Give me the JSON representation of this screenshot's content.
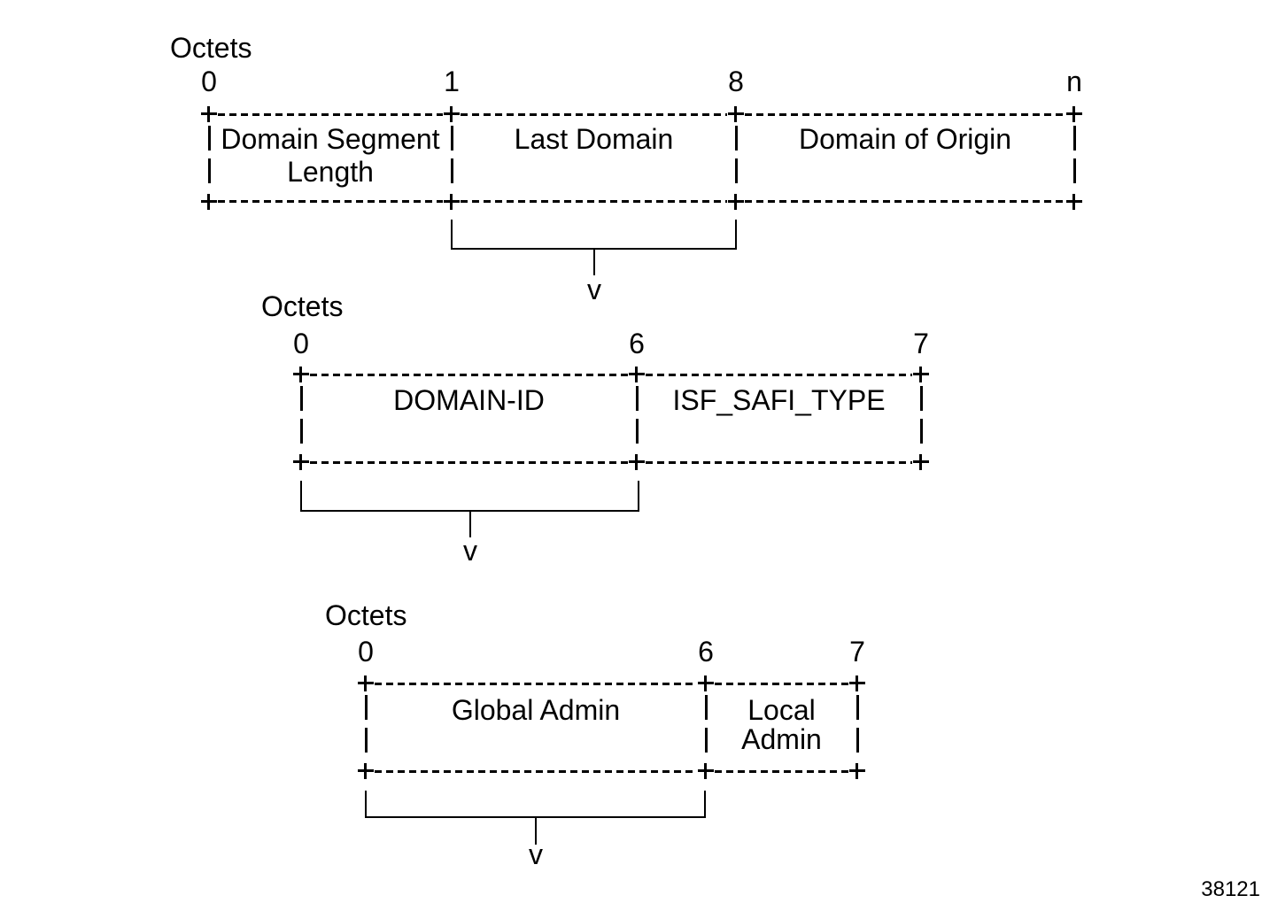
{
  "figure_number": "38121",
  "diagrams": [
    {
      "octets_label": "Octets",
      "markers": [
        "0",
        "1",
        "8",
        "n"
      ],
      "fields": [
        {
          "lines": [
            "Domain Segment",
            "Length"
          ]
        },
        {
          "lines": [
            "Last Domain"
          ]
        },
        {
          "lines": [
            "Domain of Origin"
          ]
        }
      ],
      "arrow_label": "v"
    },
    {
      "octets_label": "Octets",
      "markers": [
        "0",
        "6",
        "7"
      ],
      "fields": [
        {
          "lines": [
            "DOMAIN-ID"
          ]
        },
        {
          "lines": [
            "ISF_SAFI_TYPE"
          ]
        }
      ],
      "arrow_label": "v"
    },
    {
      "octets_label": "Octets",
      "markers": [
        "0",
        "6",
        "7"
      ],
      "fields": [
        {
          "lines": [
            "Global Admin"
          ]
        },
        {
          "lines": [
            "Local",
            "Admin"
          ]
        }
      ],
      "arrow_label": "v"
    }
  ]
}
